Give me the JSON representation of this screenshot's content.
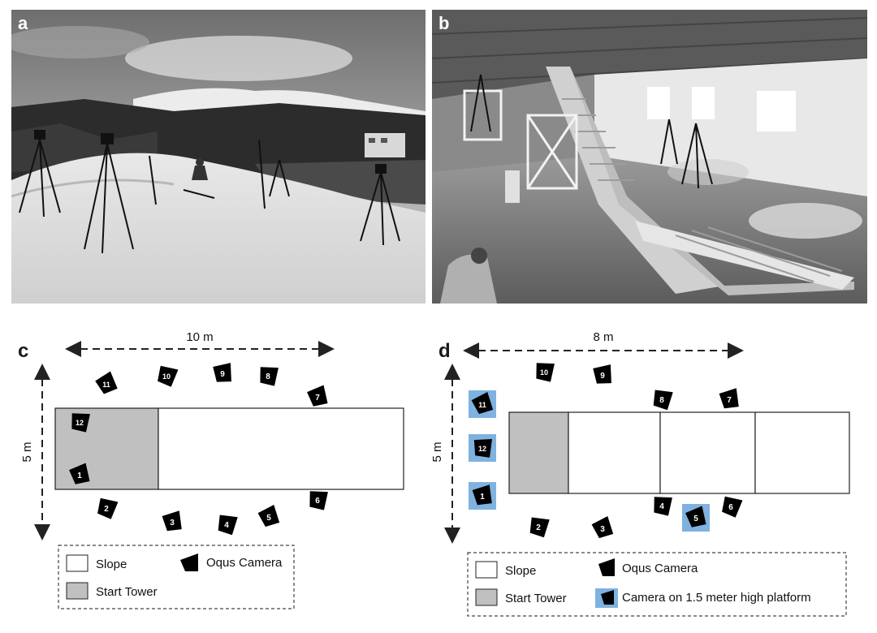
{
  "panels": {
    "a": {
      "letter": "a"
    },
    "b": {
      "letter": "b"
    },
    "c": {
      "letter": "c",
      "width_label": "10 m",
      "height_label": "5 m",
      "cameras": [
        "1",
        "2",
        "3",
        "4",
        "5",
        "6",
        "7",
        "8",
        "9",
        "10",
        "11",
        "12"
      ],
      "legend": {
        "slope": "Slope",
        "start_tower": "Start Tower",
        "camera": "Oqus Camera"
      }
    },
    "d": {
      "letter": "d",
      "width_label": "8 m",
      "height_label": "5 m",
      "cameras": [
        "1",
        "2",
        "3",
        "4",
        "5",
        "6",
        "7",
        "8",
        "9",
        "10",
        "11",
        "12"
      ],
      "platform_cameras": [
        "1",
        "5",
        "11",
        "12"
      ],
      "legend": {
        "slope": "Slope",
        "start_tower": "Start Tower",
        "camera": "Oqus Camera",
        "platform_camera": "Camera on 1.5 meter high platform"
      }
    }
  },
  "colors": {
    "start_tower": "#c0c0c0",
    "platform": "#7fb2e0",
    "camera": "#000000"
  }
}
